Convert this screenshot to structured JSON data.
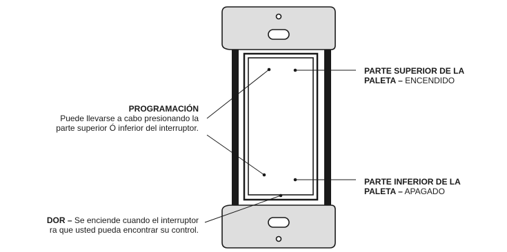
{
  "programming": {
    "title": "PROGRAMACIÓN",
    "line1": "Puede llevarse a cabo presionando la",
    "line2": "parte superior Ó inferior del interruptor."
  },
  "paddle_top": {
    "title_line1": "PARTE SUPERIOR DE LA",
    "title_line2": "PALETA –",
    "state": "ENCENDIDO"
  },
  "paddle_bottom": {
    "title_line1": "PARTE INFERIOR DE LA",
    "title_line2": "PALETA –",
    "state": "APAGADO"
  },
  "indicator": {
    "title": "DOR –",
    "line1": "Se enciende cuando el interruptor",
    "line2": "ra que usted pueda encontrar su control."
  }
}
